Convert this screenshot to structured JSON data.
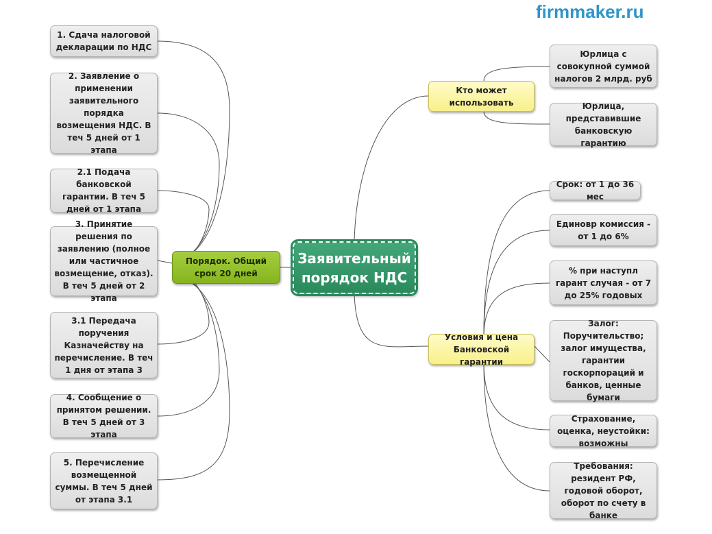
{
  "brand": "firmmaker.ru",
  "root": "Заявительный порядок НДС",
  "branches": {
    "order": {
      "label": "Порядок. Общий срок 20 дней",
      "steps": [
        "1. Сдача налоговой декларации по НДС",
        "2. Заявление о применении заявительного порядка возмещения НДС. В теч 5 дней от 1 этапа",
        "2.1 Подача банковской гарантии. В теч 5 дней от 1 этапа",
        "3. Принятие решения по заявлению (полное или частичное возмещение, отказ). В теч 5 дней от 2 этапа",
        "3.1 Передача поручения Казначейству на перечисление. В теч 1 дня от этапа 3",
        "4. Сообщение о принятом решении. В теч 5 дней от 3 этапа",
        "5. Перечисление возмещенной суммы. В теч 5 дней от этапа 3.1"
      ]
    },
    "who": {
      "label": "Кто может использовать",
      "items": [
        "Юрлица с совокупной суммой налогов 2 млрд. руб",
        "Юрлица, представившие банковскую гарантию"
      ]
    },
    "terms": {
      "label": "Условия и цена Банковской гарантии",
      "items": [
        "Срок: от 1 до 36 мес",
        "Единовр комиссия - от 1 до 6%",
        "% при наступл гарант случая - от 7 до 25% годовых",
        "Залог: Поручительство; залог имущества, гарантии госкорпораций и банков, ценные бумаги",
        "Страхование, оценка, неустойки: возможны",
        "Требования: резидент РФ, годовой оборот, оборот по счету в банке"
      ]
    }
  }
}
